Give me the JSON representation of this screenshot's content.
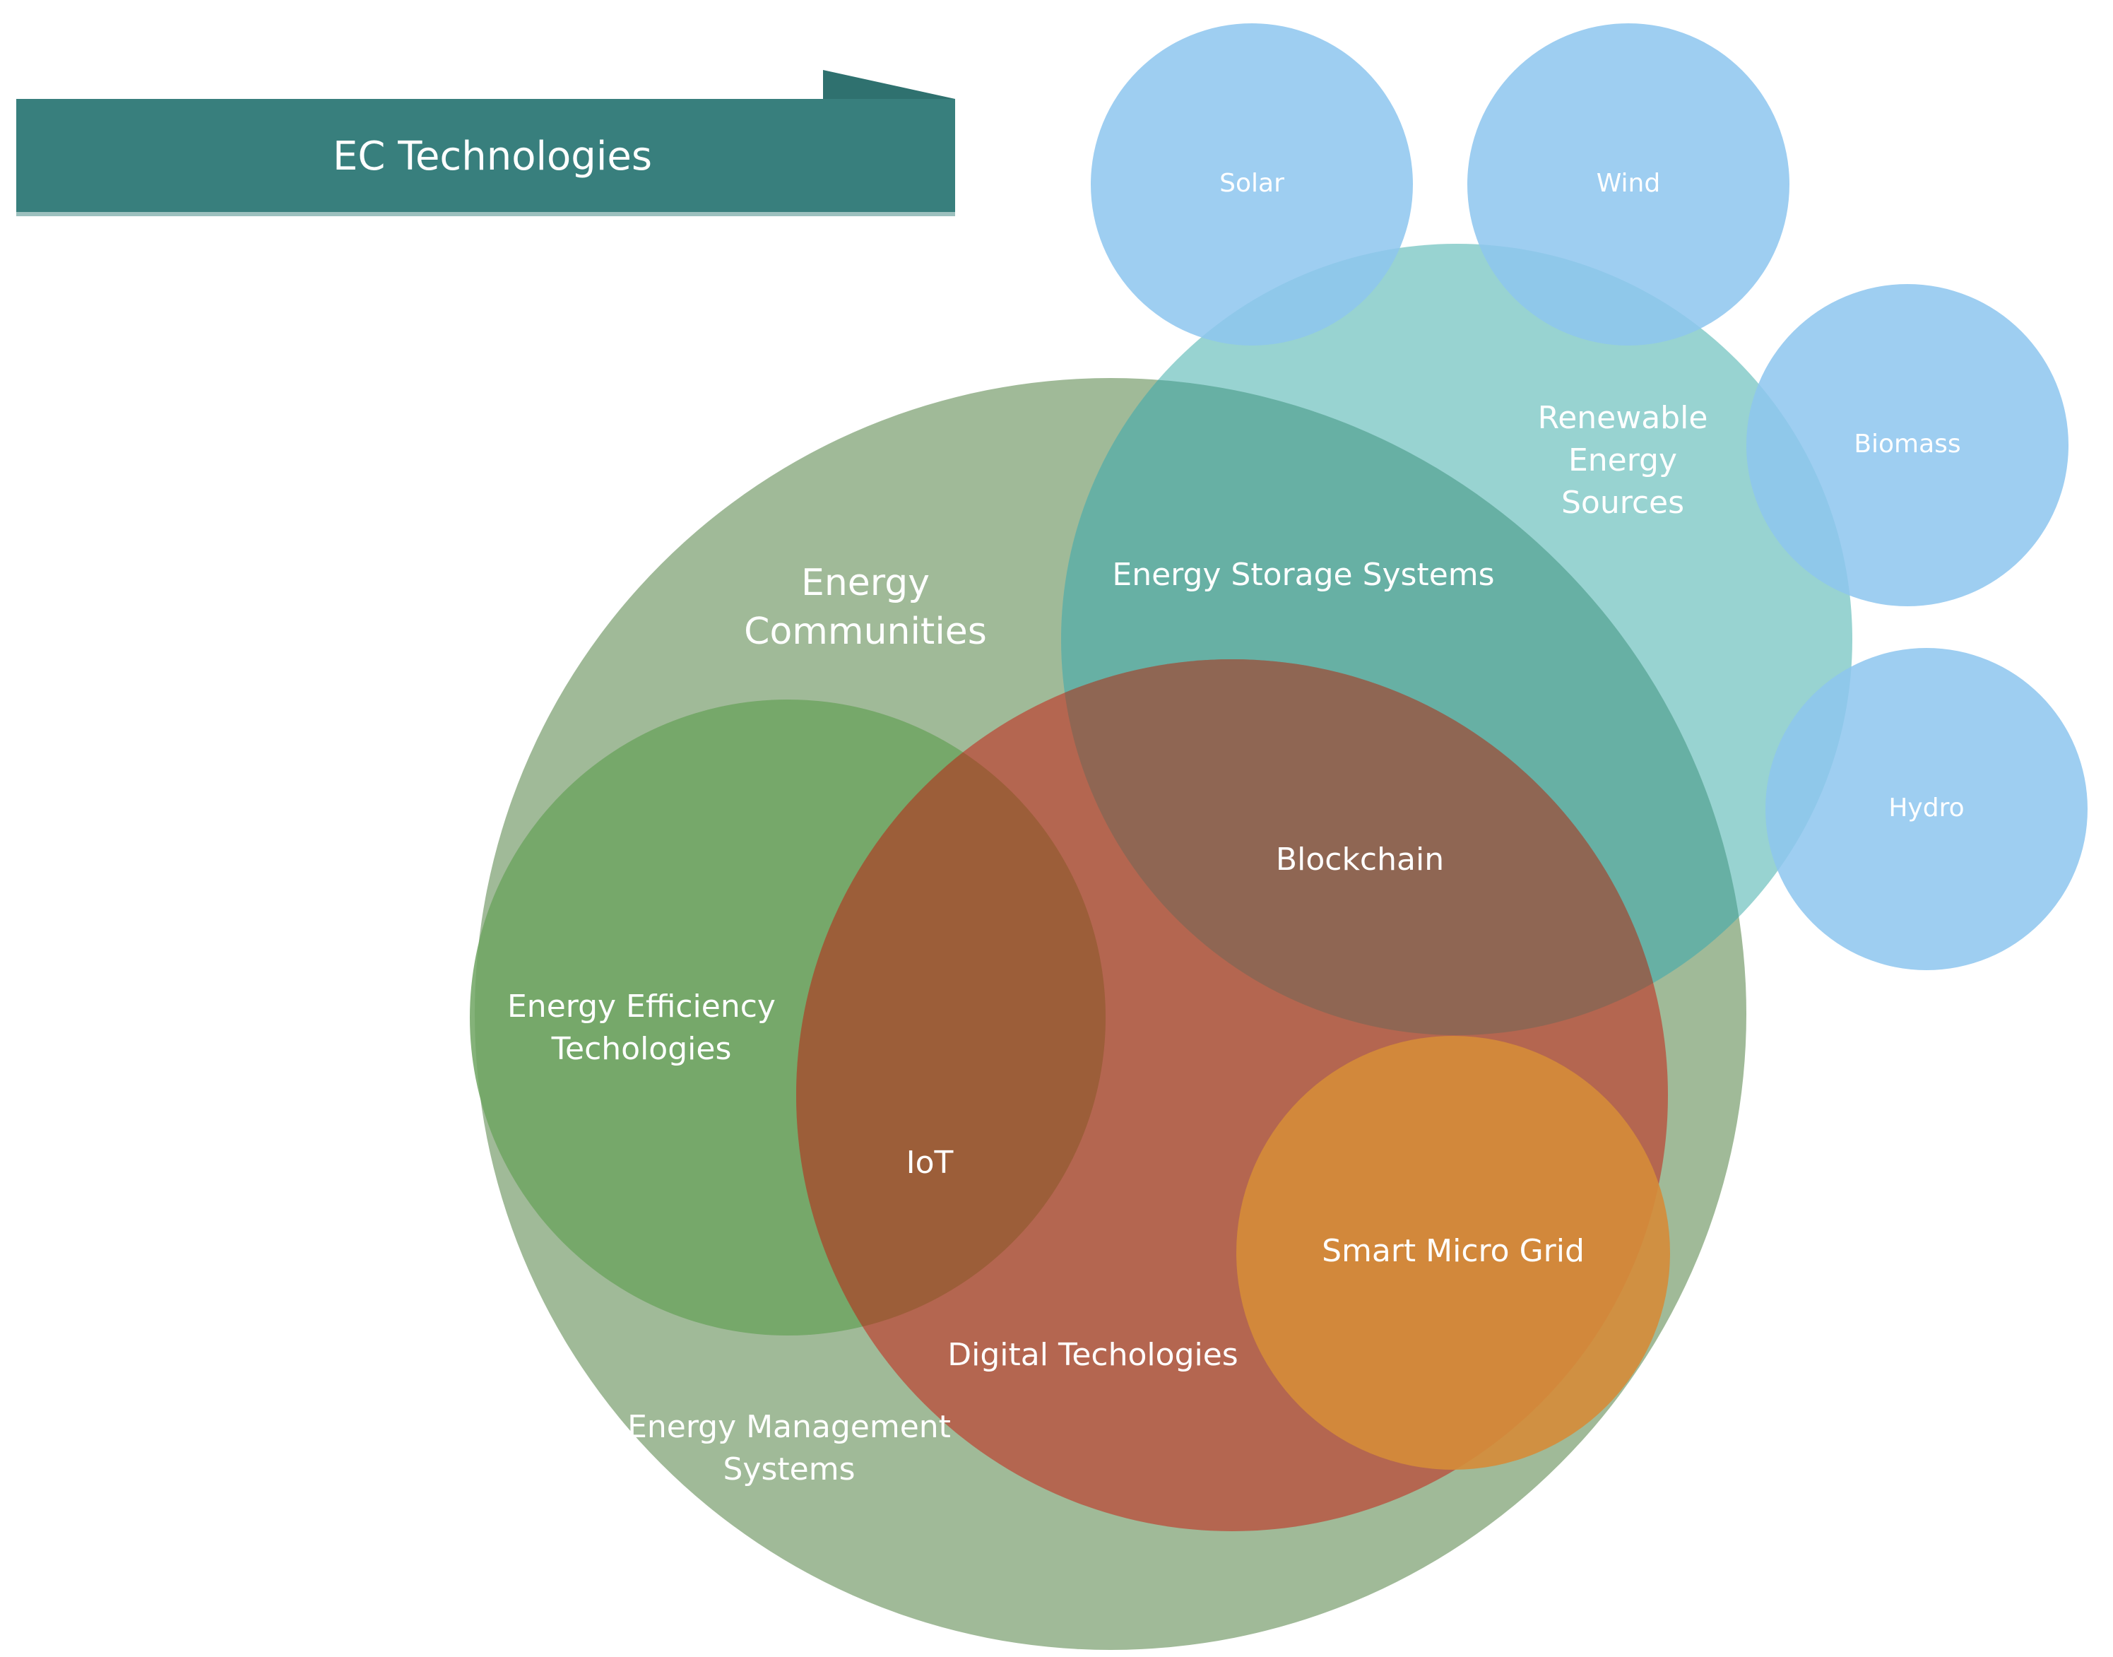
{
  "banner": {
    "title": "EC Technologies",
    "color": "#387F7D"
  },
  "circles": {
    "energy_communities": {
      "lines": [
        "Energy",
        "Communities"
      ],
      "color": "#8FAE86"
    },
    "renewable_energy_sources": {
      "lines": [
        "Renewable",
        "Energy",
        "Sources"
      ],
      "color": "#8ACDCB"
    },
    "energy_efficiency": {
      "lines": [
        "Energy Efficiency",
        "Techologies"
      ],
      "color": "#6EA462"
    },
    "digital_technologies": {
      "lines": [
        "Digital Techologies"
      ],
      "color": "#B75C48"
    },
    "smart_micro_grid": {
      "lines": [
        "Smart Micro Grid"
      ],
      "color": "#D58C38"
    },
    "solar": {
      "lines": [
        "Solar"
      ],
      "color": "#8DC6EE"
    },
    "wind": {
      "lines": [
        "Wind"
      ],
      "color": "#8DC6EE"
    },
    "biomass": {
      "lines": [
        "Biomass"
      ],
      "color": "#8DC6EE"
    },
    "hydro": {
      "lines": [
        "Hydro"
      ],
      "color": "#8DC6EE"
    }
  },
  "region_labels": {
    "energy_storage": "Energy Storage Systems",
    "blockchain": "Blockchain",
    "iot": "IoT",
    "energy_management": [
      "Energy Management",
      "Systems"
    ]
  }
}
